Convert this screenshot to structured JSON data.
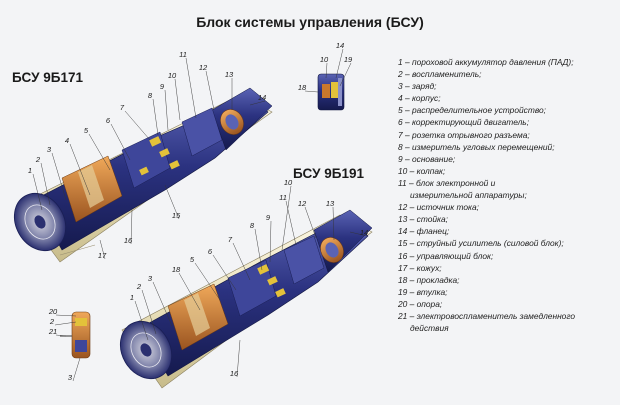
{
  "title": "Блок системы управления (БСУ)",
  "models": {
    "top": "БСУ 9Б171",
    "bottom": "БСУ 9Б191"
  },
  "colors": {
    "background": "#f3f4f6",
    "body_navy": "#2b3280",
    "shell_cream": "#ece3bf",
    "component_orange": "#c9782c",
    "component_yellow": "#e3c23a"
  },
  "legend": [
    {
      "n": "1",
      "text": "пороховой аккумулятор давления (ПАД);"
    },
    {
      "n": "2",
      "text": "воспламенитель;"
    },
    {
      "n": "3",
      "text": "заряд;"
    },
    {
      "n": "4",
      "text": "корпус;"
    },
    {
      "n": "5",
      "text": "распределительное устройство;"
    },
    {
      "n": "6",
      "text": "корректирующий двигатель;"
    },
    {
      "n": "7",
      "text": "розетка отрывного разъема;"
    },
    {
      "n": "8",
      "text": "измеритель угловых перемещений;"
    },
    {
      "n": "9",
      "text": "основание;"
    },
    {
      "n": "10",
      "text": "колпак;"
    },
    {
      "n": "11",
      "text": "блок электронной и",
      "cont": "измерительной аппаратуры;"
    },
    {
      "n": "12",
      "text": "источник тока;"
    },
    {
      "n": "13",
      "text": "стойка;"
    },
    {
      "n": "14",
      "text": "фланец;"
    },
    {
      "n": "15",
      "text": "струйный усилитель (силовой блок);"
    },
    {
      "n": "16",
      "text": "управляющий блок;"
    },
    {
      "n": "17",
      "text": "кожух;"
    },
    {
      "n": "18",
      "text": "прокладка;"
    },
    {
      "n": "19",
      "text": "втулка;"
    },
    {
      "n": "20",
      "text": "опора;"
    },
    {
      "n": "21",
      "text": "электровоспламенитель замедленного",
      "cont": "действия"
    }
  ],
  "callouts": {
    "top_unit": [
      "1",
      "2",
      "3",
      "4",
      "5",
      "6",
      "7",
      "8",
      "9",
      "10",
      "11",
      "12",
      "13",
      "14",
      "15",
      "16",
      "17"
    ],
    "detail_top": [
      "10",
      "14",
      "19",
      "18"
    ],
    "bottom_unit": [
      "1",
      "2",
      "3",
      "18",
      "5",
      "6",
      "7",
      "8",
      "9",
      "10",
      "11",
      "12",
      "13",
      "14",
      "16"
    ],
    "detail_bottom": [
      "20",
      "2",
      "21",
      "3"
    ]
  }
}
